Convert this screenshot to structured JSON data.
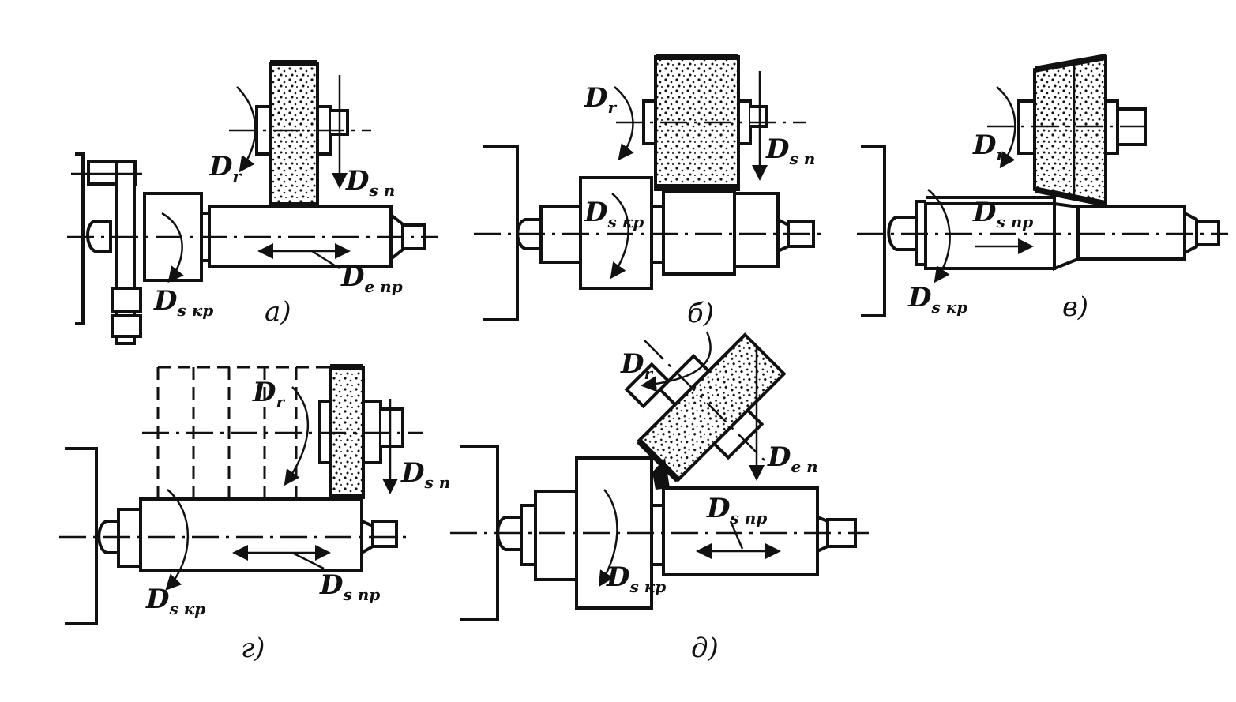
{
  "labels": {
    "d_main": "D",
    "sub_r": "r",
    "sub_s_p": "s п",
    "sub_s_kr": "s кр",
    "sub_s_pr": "s пр",
    "sub_s_p_alt": "s п",
    "sub_e_pr": "e пр",
    "sub_e_p": "e п"
  },
  "captions": {
    "a": "а)",
    "b": "б)",
    "v": "в)",
    "g": "г)",
    "d": "д)"
  },
  "colors": {
    "ink": "#111111",
    "paper": "#ffffff"
  },
  "panels": [
    "a",
    "b",
    "v",
    "g",
    "d"
  ]
}
